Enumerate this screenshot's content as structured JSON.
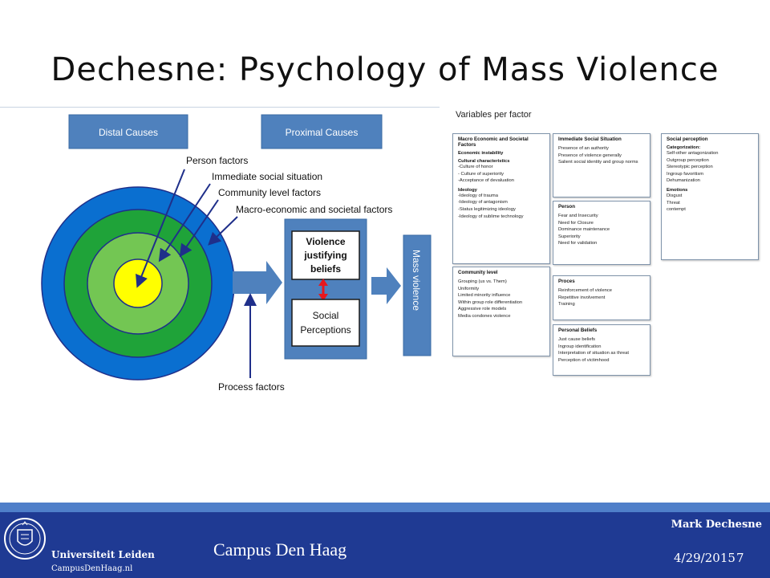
{
  "slide": {
    "title": "Dechesne: Psychology of Mass Violence"
  },
  "diagram": {
    "distal_causes": "Distal Causes",
    "proximal_causes": "Proximal Causes",
    "labels": {
      "person_factors": "Person factors",
      "immediate_social": "Immediate social situation",
      "community_level": "Community level factors",
      "macro_economic": "Macro-economic and societal factors",
      "process_factors": "Process factors"
    },
    "violence_justifying_beliefs": [
      "Violence",
      "justifying",
      "beliefs"
    ],
    "social_perceptions": [
      "Social",
      "Perceptions"
    ],
    "mass_violence": "Mass violence",
    "colors": {
      "ring_outer": "#0a6fd0",
      "ring_2": "#1fa339",
      "ring_3": "#73c653",
      "core": "#ffff00",
      "box_fill": "#4f81bd",
      "arrow_red": "#e8171d",
      "arrow_navy": "#1f2f8a"
    }
  },
  "variables": {
    "title": "Variables per factor",
    "macro": {
      "head": "Macro Economic and Societal Factors",
      "econ": "Economic instability",
      "cultural": "Cultural characteristics",
      "cultural_items": [
        "-Culture of honor",
        "- Culture of superiority",
        "-Acceptance of devaluation"
      ],
      "ideology": "Ideology",
      "ideology_items": [
        "-Ideology of trauma",
        "-Ideology of antagonism",
        "-Status legitimizing ideology",
        "-Ideology of sublime technology"
      ]
    },
    "community": {
      "head": "Community level",
      "items": [
        "Grouping (us vs. Them)",
        "Uniformity",
        "Limited minority influence",
        "Within group role differentiation",
        "Aggressive role models",
        "Media condones  violence"
      ]
    },
    "immediate": {
      "head": "Immediate Social Situation",
      "items": [
        "Presence of an authority",
        "Presence of violence generally",
        "Salient social identity and group norms"
      ]
    },
    "person": {
      "head": "Person",
      "items": [
        "Fear and Insecurity",
        "Need for Closure",
        "Dominance maintenance",
        "Superiority",
        "Need for validation"
      ]
    },
    "proces": {
      "head": "Proces",
      "items": [
        "Reinforcement of violence",
        "Repetitive involvement",
        "Training"
      ]
    },
    "personal_beliefs": {
      "head": "Personal Beliefs",
      "items": [
        "Just cause beliefs",
        "Ingroup identification",
        "Interpretation of situation as threat",
        "Perception of victimhood"
      ]
    },
    "social_perception": {
      "head": "Social perception",
      "categorization": "Categorization:",
      "cat_items": [
        "Self-other antagonization",
        "Outgroup perception",
        "Stereotypic perception",
        "Ingroup favoritism",
        "Dehumanization"
      ],
      "emotions": "Emotions",
      "emo_items": [
        "Disgust",
        "Threat",
        "contempt"
      ]
    }
  },
  "footer": {
    "university": "Universiteit Leiden",
    "university_url": "CampusDenHaag.nl",
    "campus": "Campus Den Haag",
    "author": "Mark Dechesne",
    "date": "4/29/2015",
    "page": "7",
    "colors": {
      "bar": "#1f3a93",
      "stripe": "#4f7fc9"
    }
  }
}
